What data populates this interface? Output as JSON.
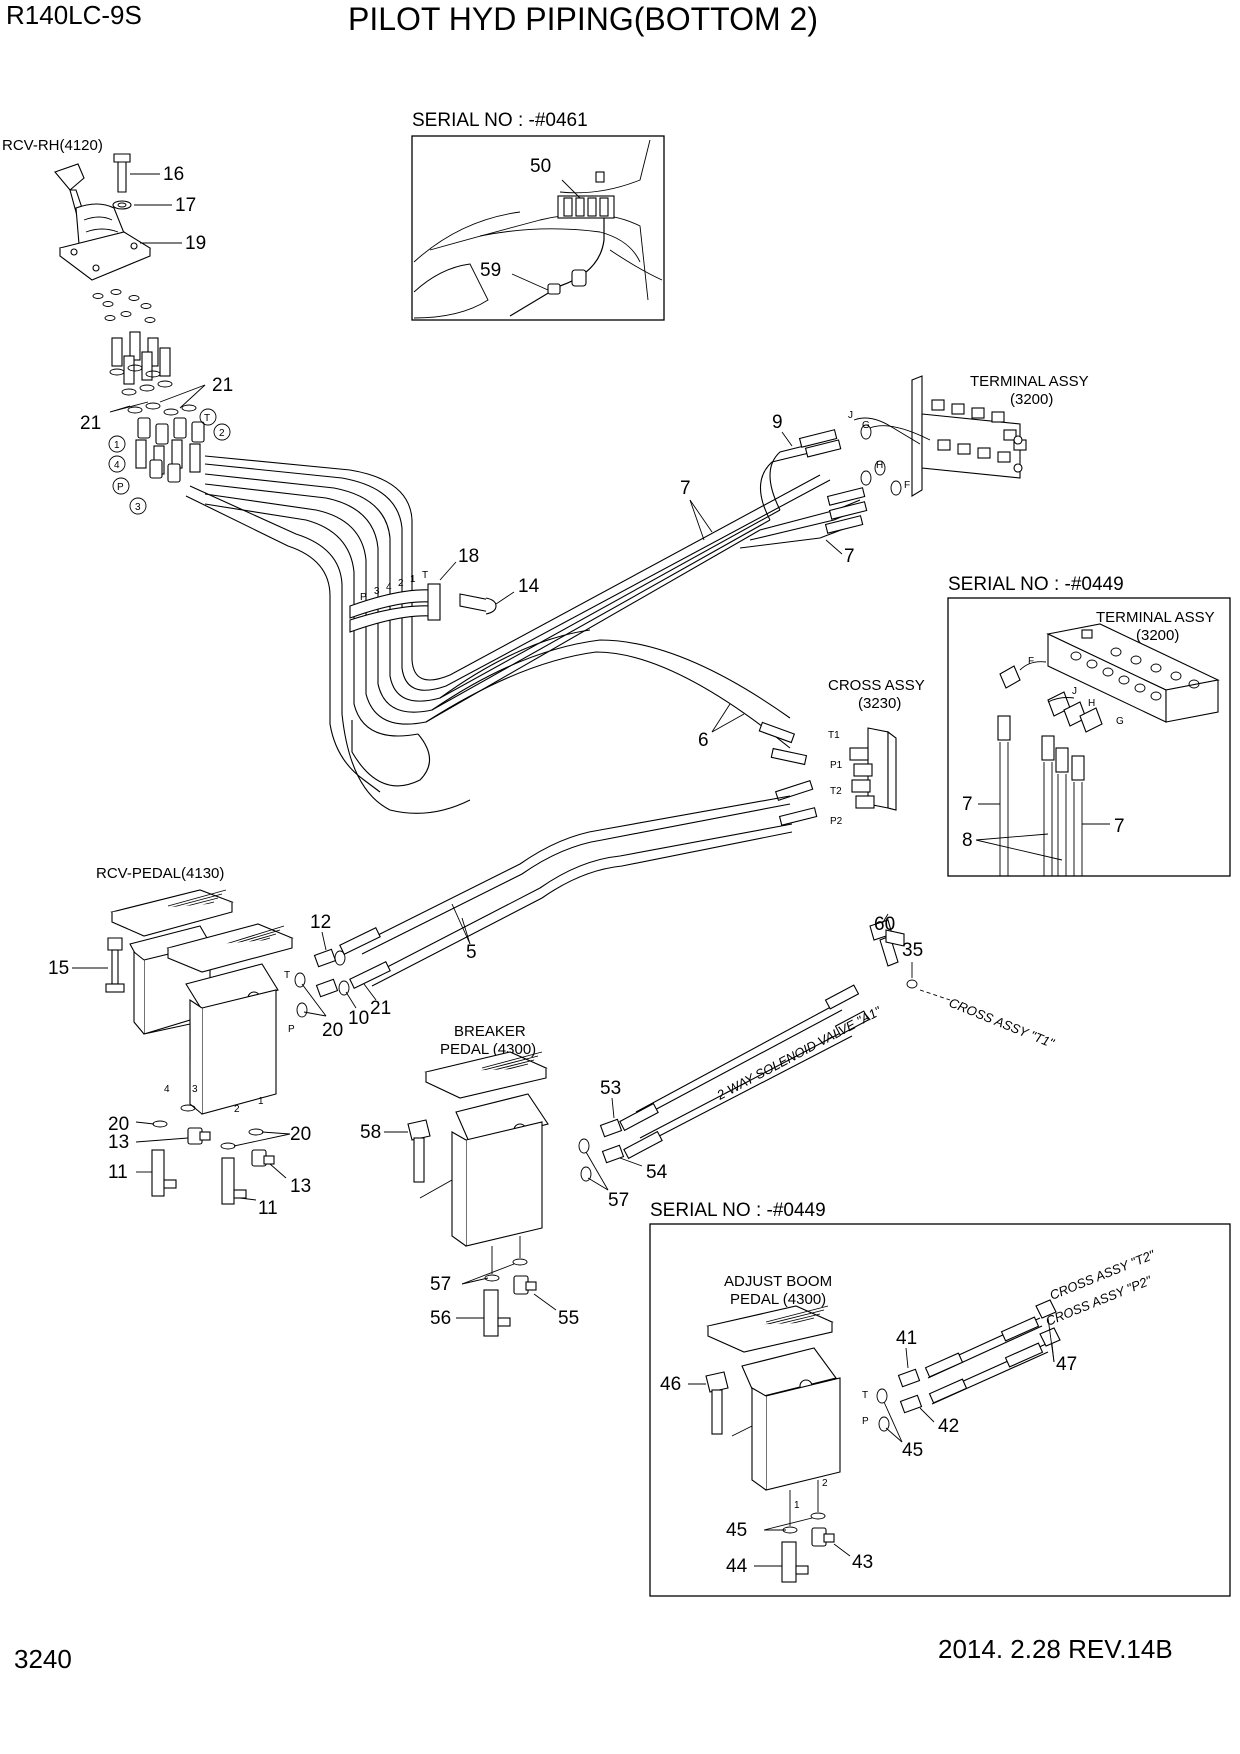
{
  "header": {
    "model": "R140LC-9S",
    "title": "PILOT HYD PIPING(BOTTOM 2)",
    "page_number": "3240",
    "revision": "2014. 2.28  REV.14B"
  },
  "assemblies": {
    "rcv_rh": "RCV-RH(4120)",
    "terminal_assy": "TERMINAL ASSY",
    "terminal_assy_code": "(3200)",
    "cross_assy": "CROSS ASSY",
    "cross_assy_code": "(3230)",
    "rcv_pedal": "RCV-PEDAL(4130)",
    "breaker_pedal_l1": "BREAKER",
    "breaker_pedal_l2": "PEDAL (4300)",
    "adjust_boom_l1": "ADJUST BOOM",
    "adjust_boom_l2": "PEDAL (4300)"
  },
  "insets": {
    "top": "SERIAL NO : -#0461",
    "right": "SERIAL NO : -#0449",
    "bottom": "SERIAL NO : -#0449"
  },
  "port_labels": {
    "T1": "T1",
    "P1": "P1",
    "T2": "T2",
    "P2": "P2",
    "J": "J",
    "G": "G",
    "H": "H",
    "F": "F",
    "circ_T": "T",
    "circ_1": "1",
    "circ_2": "2",
    "circ_3": "3",
    "circ_4": "4",
    "circ_P": "P",
    "clamp_P": "P",
    "clamp_3": "3",
    "clamp_4": "4",
    "clamp_2": "2",
    "clamp_1": "1",
    "clamp_T": "T",
    "ped_T": "T",
    "ped_P": "P",
    "ped_4": "4",
    "ped_3": "3",
    "ped_2": "2",
    "ped_1": "1",
    "adj_T": "T",
    "adj_P": "P",
    "adj_1": "1",
    "adj_2": "2"
  },
  "routing_notes": {
    "solenoid": "2-WAY SOLENOID VALVE \"A1\"",
    "cross_t1": "CROSS ASSY \"T1\"",
    "cross_t2": "CROSS ASSY \"T2\"",
    "cross_p2": "CROSS ASSY \"P2\""
  },
  "callouts": {
    "n16": "16",
    "n17": "17",
    "n19": "19",
    "n21a": "21",
    "n21b": "21",
    "n50": "50",
    "n59": "59",
    "n9": "9",
    "n7a": "7",
    "n7b": "7",
    "n18": "18",
    "n14": "14",
    "n6": "6",
    "n7c": "7",
    "n7d": "7",
    "n8": "8",
    "n15": "15",
    "n12": "12",
    "n5": "5",
    "n20a": "20",
    "n10": "10",
    "n21c": "21",
    "n60": "60",
    "n35": "35",
    "n20b": "20",
    "n13a": "13",
    "n11a": "11",
    "n20c": "20",
    "n13b": "13",
    "n11b": "11",
    "n53": "53",
    "n58": "58",
    "n54": "54",
    "n57a": "57",
    "n57b": "57",
    "n56": "56",
    "n55": "55",
    "n41": "41",
    "n47": "47",
    "n46": "46",
    "n42": "42",
    "n45a": "45",
    "n45b": "45",
    "n44": "44",
    "n43": "43"
  }
}
